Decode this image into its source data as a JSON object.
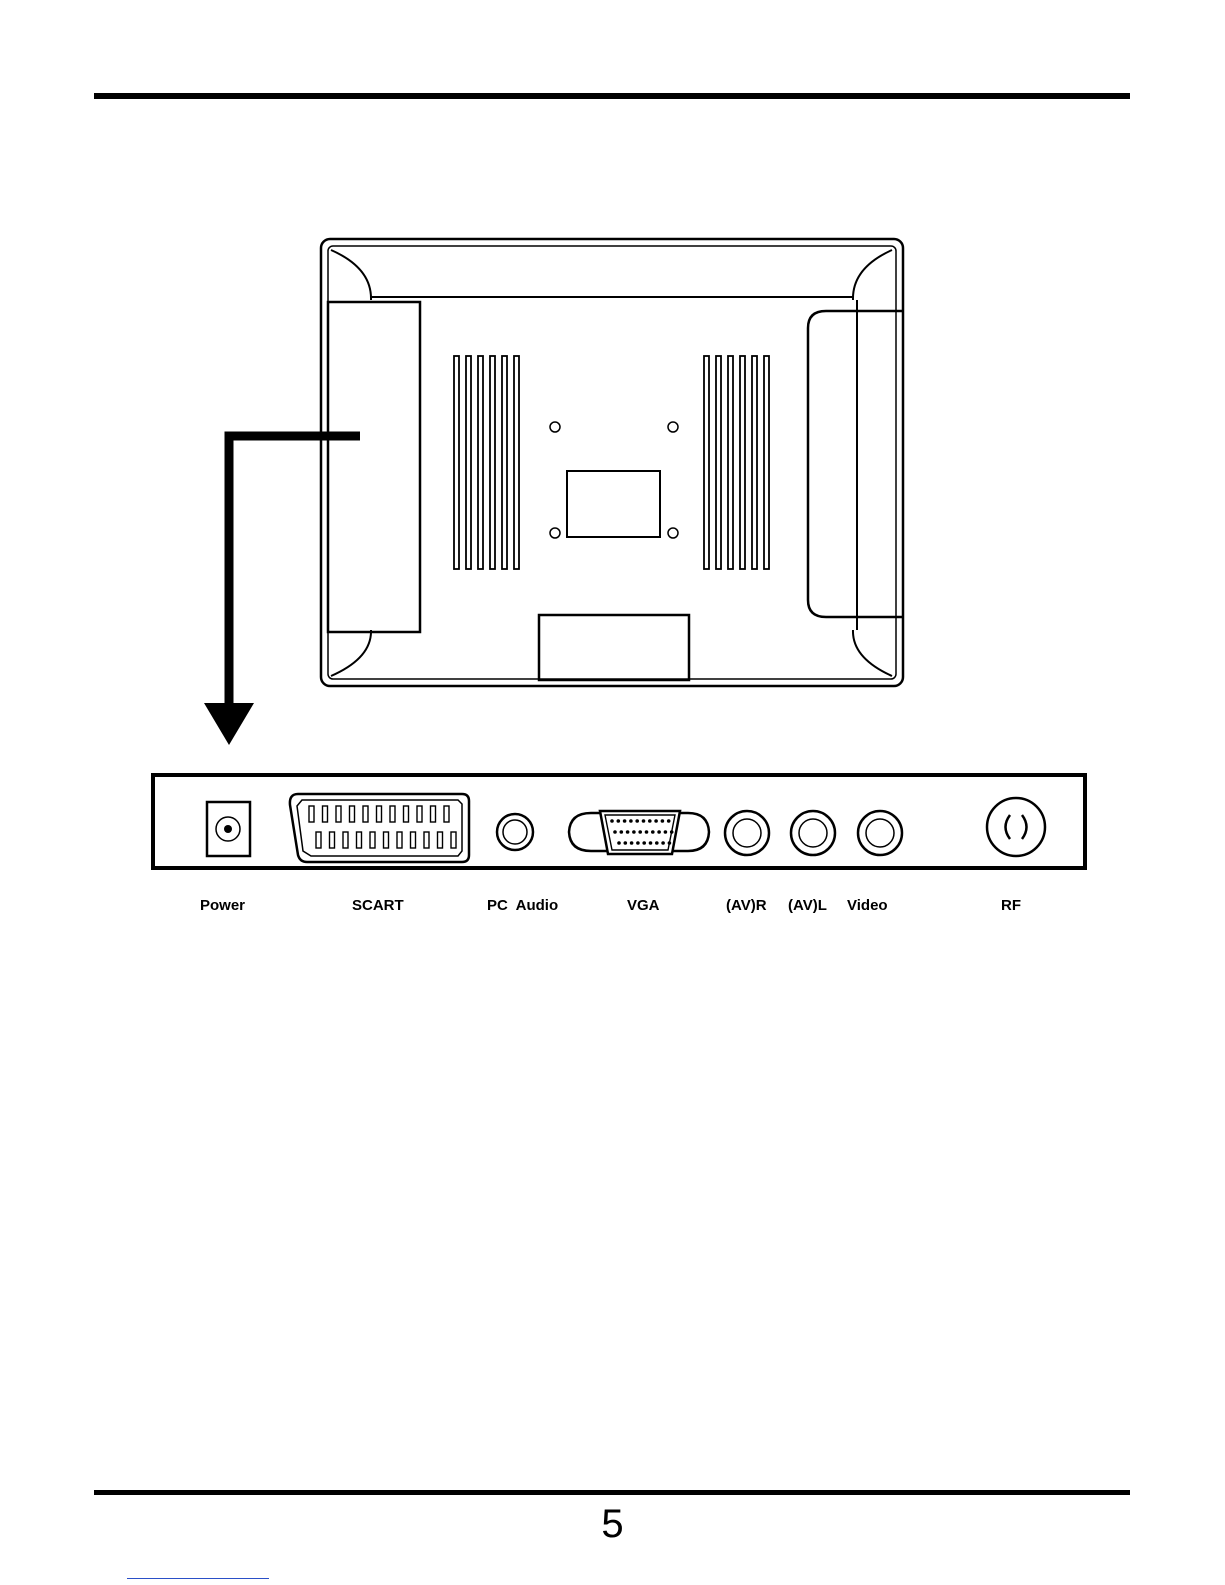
{
  "page": {
    "number": "5"
  },
  "ports": [
    {
      "id": "power",
      "label": "Power"
    },
    {
      "id": "scart",
      "label": "SCART"
    },
    {
      "id": "pc-audio",
      "label": "PC  Audio"
    },
    {
      "id": "vga",
      "label": "VGA"
    },
    {
      "id": "av-r",
      "label": "(AV)R"
    },
    {
      "id": "av-l",
      "label": "(AV)L"
    },
    {
      "id": "video",
      "label": "Video"
    },
    {
      "id": "rf",
      "label": "RF"
    }
  ],
  "colors": {
    "ink": "#000000",
    "paper": "#ffffff",
    "link": "#2a4fc8"
  }
}
